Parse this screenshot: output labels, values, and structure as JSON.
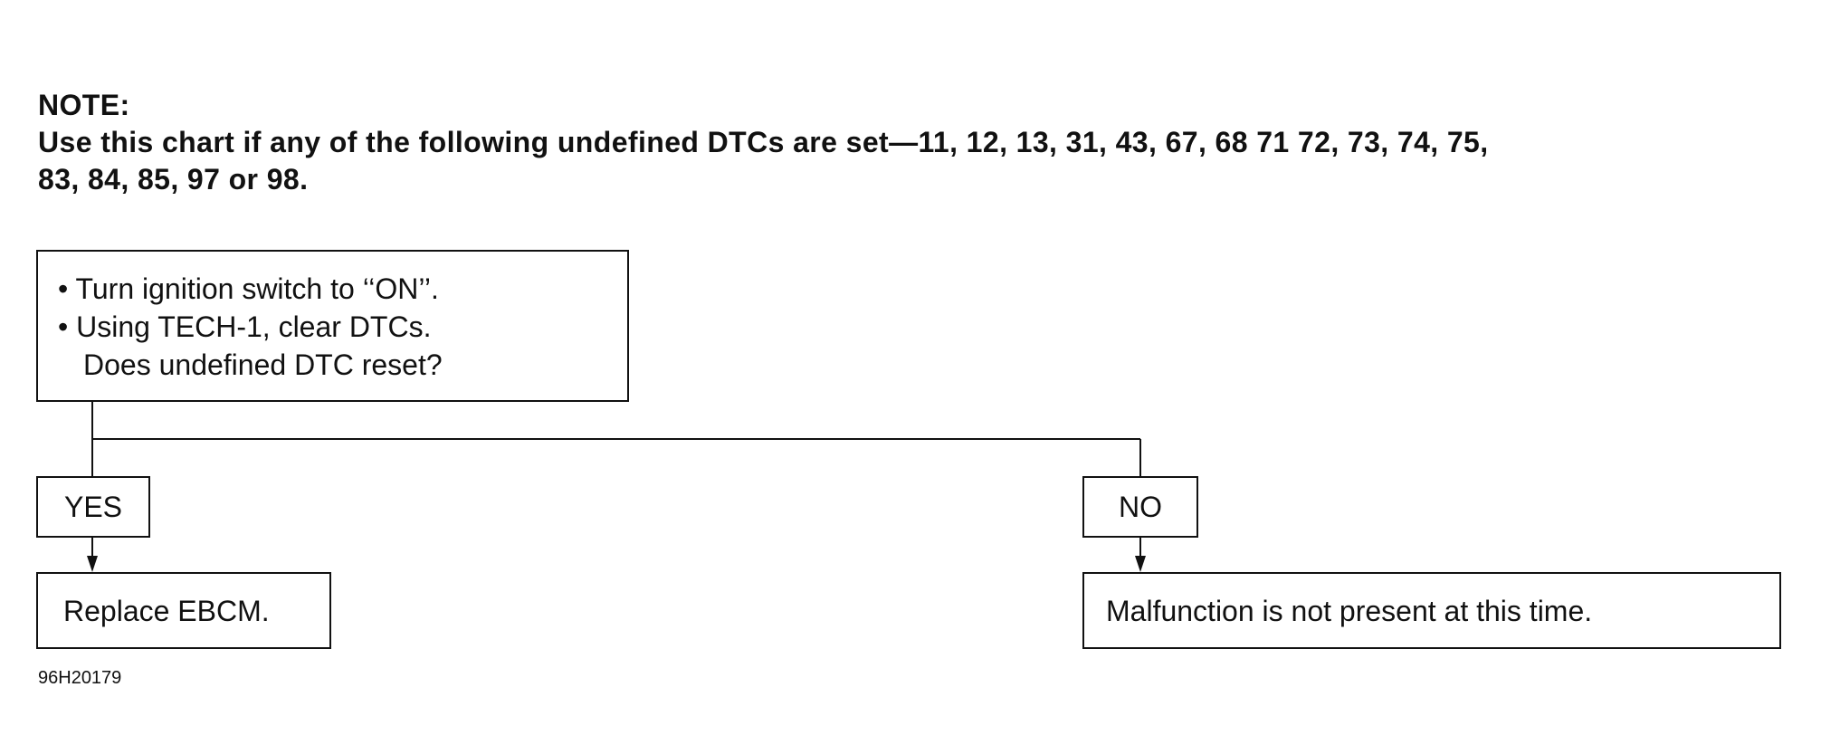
{
  "note": {
    "heading": "NOTE:",
    "line1": "Use this chart if any of the following undefined DTCs are set—11, 12, 13, 31, 43, 67, 68 71 72, 73, 74, 75,",
    "line2": "83, 84, 85, 97 or 98."
  },
  "flowchart": {
    "question": {
      "bullet1": "• Turn ignition switch to ‘‘ON’’.",
      "bullet2": "• Using TECH-1, clear DTCs.",
      "line3": "Does undefined DTC reset?"
    },
    "yes_label": "YES",
    "no_label": "NO",
    "yes_result": "Replace EBCM.",
    "no_result": "Malfunction is not present at this time."
  },
  "figure_number": "96H20179"
}
